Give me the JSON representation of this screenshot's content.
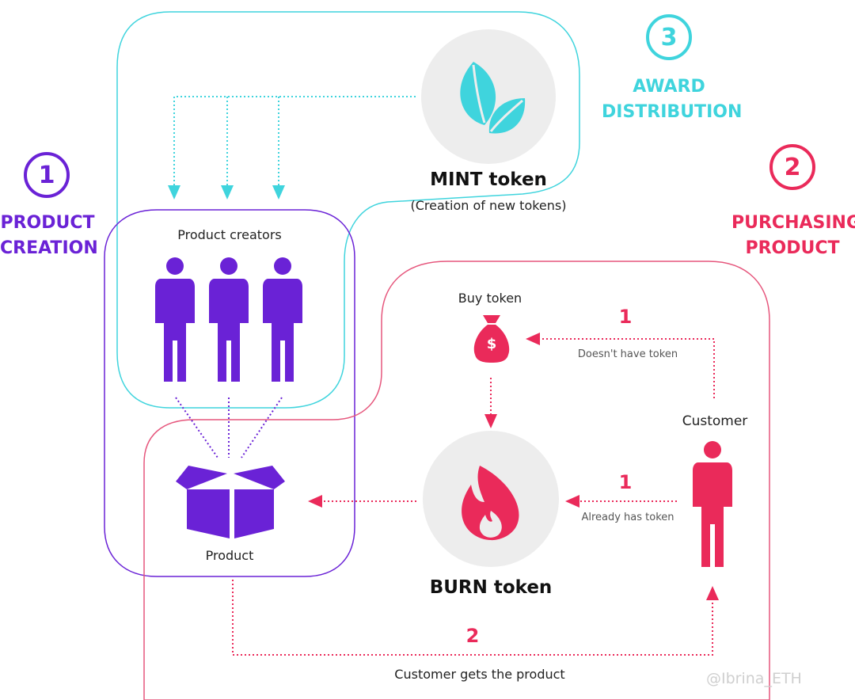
{
  "colors": {
    "teal": "#3fd4dd",
    "purple": "#6a22d6",
    "pink": "#ea2a5a",
    "pink_line": "#e6577d",
    "circle_bg": "#ededed"
  },
  "sections": {
    "product_creation": {
      "number": "1",
      "title_line1": "PRODUCT",
      "title_line2": "CREATION"
    },
    "purchasing_product": {
      "number": "2",
      "title_line1": "PURCHASING",
      "title_line2": "PRODUCT"
    },
    "award_distribution": {
      "number": "3",
      "title_line1": "AWARD",
      "title_line2": "DISTRIBUTION"
    }
  },
  "nodes": {
    "mint": {
      "title": "MINT token",
      "subtitle": "(Creation of new tokens)",
      "icon": "leaves-icon"
    },
    "creators": {
      "label": "Product creators",
      "icon": "people-icon"
    },
    "product": {
      "label": "Product",
      "icon": "open-box-icon"
    },
    "buy": {
      "label": "Buy token",
      "icon": "money-bag-icon"
    },
    "burn": {
      "title": "BURN token",
      "icon": "flame-icon"
    },
    "customer": {
      "label": "Customer",
      "icon": "person-icon"
    }
  },
  "edges": {
    "no_token": {
      "step": "1",
      "label": "Doesn't have token"
    },
    "has_token": {
      "step": "1",
      "label": "Already has token"
    },
    "gets_product": {
      "step": "2",
      "label": "Customer gets the product"
    }
  },
  "watermark": "@Ibrina_ETH"
}
